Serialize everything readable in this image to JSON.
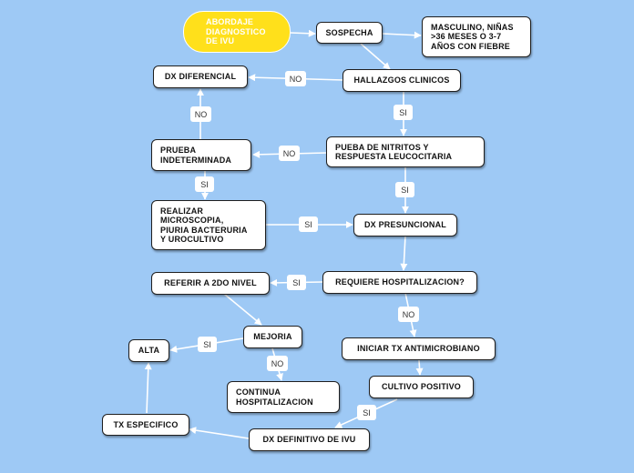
{
  "colors": {
    "background": "#9ec9f5",
    "root_fill": "#ffe01b",
    "node_fill": "#ffffff",
    "connector": "#ffffff"
  },
  "nodes": {
    "root": "ABORDAJE\nDIAGNOSTICO\nDE IVU",
    "sospecha": "SOSPECHA",
    "masculino": "MASCULINO, NIÑAS\n>36 MESES O 3-7\nAÑOS CON FIEBRE",
    "dx_diferencial": "DX DIFERENCIAL",
    "hallazgos": "HALLAZGOS CLINICOS",
    "prueba_indeterminada": "PRUEBA\nINDETERMINADA",
    "nitritos": "PUEBA DE NITRITOS Y\nRESPUESTA LEUCOCITARIA",
    "realizar": "REALIZAR\nMICROSCOPIA,\nPIURIA BACTERURIA\nY UROCULTIVO",
    "dx_presuncional": "DX PRESUNCIONAL",
    "referir": "REFERIR A 2DO NIVEL",
    "hospitalizacion": "REQUIERE HOSPITALIZACION?",
    "mejoria": "MEJORIA",
    "alta": "ALTA",
    "iniciar_tx": "INICIAR TX ANTIMICROBIANO",
    "continua": "CONTINUA\nHOSPITALIZACION",
    "cultivo": "CULTIVO POSITIVO",
    "tx_especifico": "TX ESPECIFICO",
    "dx_definitivo": "DX DEFINITIVO DE IVU"
  },
  "edge_labels": {
    "no_dx_diferencial": "NO",
    "no_prueba_to_dx": "NO",
    "si_hallazgos_nitritos": "SI",
    "no_nitritos_prueba": "NO",
    "si_prueba_realizar": "SI",
    "si_nitritos_presuncional": "SI",
    "si_realizar_presuncional": "SI",
    "si_referir": "SI",
    "no_hospitalizacion": "NO",
    "si_mejoria_alta": "SI",
    "no_mejoria_continua": "NO",
    "si_cultivo_definitivo": "SI"
  }
}
